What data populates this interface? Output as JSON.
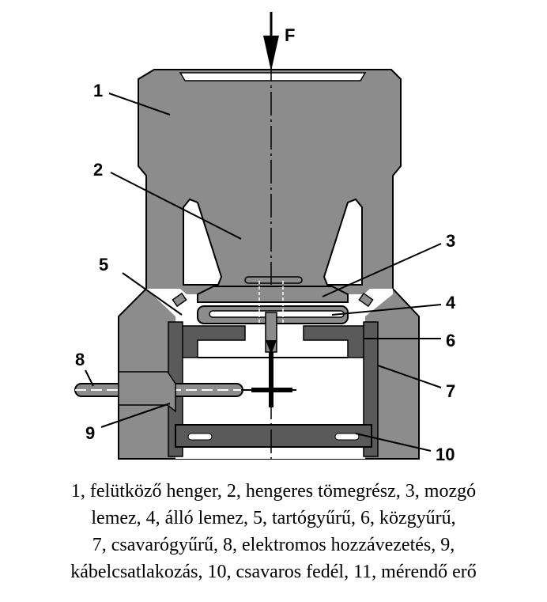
{
  "force_label": "F",
  "labels": {
    "l1": "1",
    "l2": "2",
    "l3": "3",
    "l4": "4",
    "l5": "5",
    "l6": "6",
    "l7": "7",
    "l8": "8",
    "l9": "9",
    "l10": "10"
  },
  "caption": {
    "line1": "1, felütköző henger, 2, hengeres tömegrész, 3, mozgó",
    "line2": "lemez, 4, álló lemez, 5, tartógyűrű, 6, közgyűrű,",
    "line3": "7, csavarógyűrű, 8, elektromos hozzávezetés, 9,",
    "line4": "kábelcsatlakozás, 10, csavaros fedél, 11, mérendő erő"
  },
  "colors": {
    "body": "#8c8c8c",
    "dark": "#5a5a5a",
    "light": "#ffffff",
    "ink": "#000000"
  }
}
